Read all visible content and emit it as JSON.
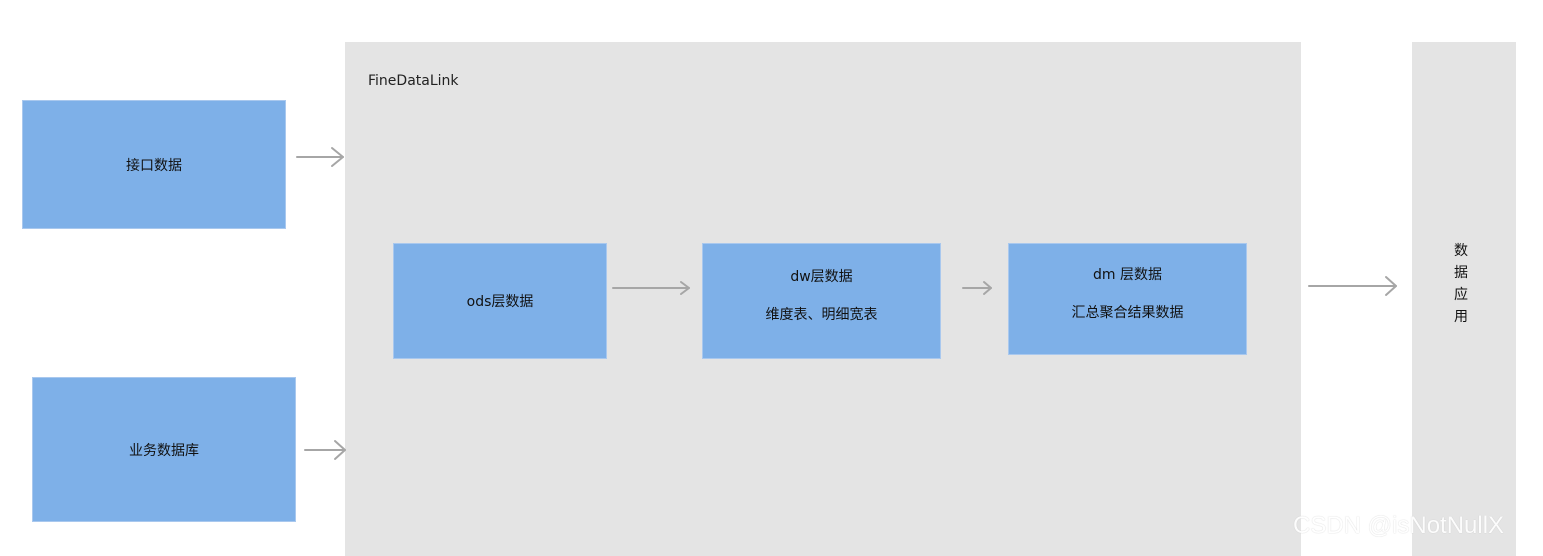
{
  "platform": {
    "title": "FineDataLink"
  },
  "sources": {
    "interface": "接口数据",
    "business_db": "业务数据库"
  },
  "layers": {
    "ods": {
      "title": "ods层数据"
    },
    "dw": {
      "title": "dw层数据",
      "subtitle": "维度表、明细宽表"
    },
    "dm": {
      "title": "dm 层数据",
      "subtitle": "汇总聚合结果数据"
    }
  },
  "application": {
    "chars": [
      "数",
      "据",
      "应",
      "用"
    ]
  },
  "watermark": "CSDN @isNotNullX",
  "colors": {
    "box_fill": "#7eb0e8",
    "panel_fill": "#e4e4e4",
    "arrow": "#a6a6a6"
  }
}
